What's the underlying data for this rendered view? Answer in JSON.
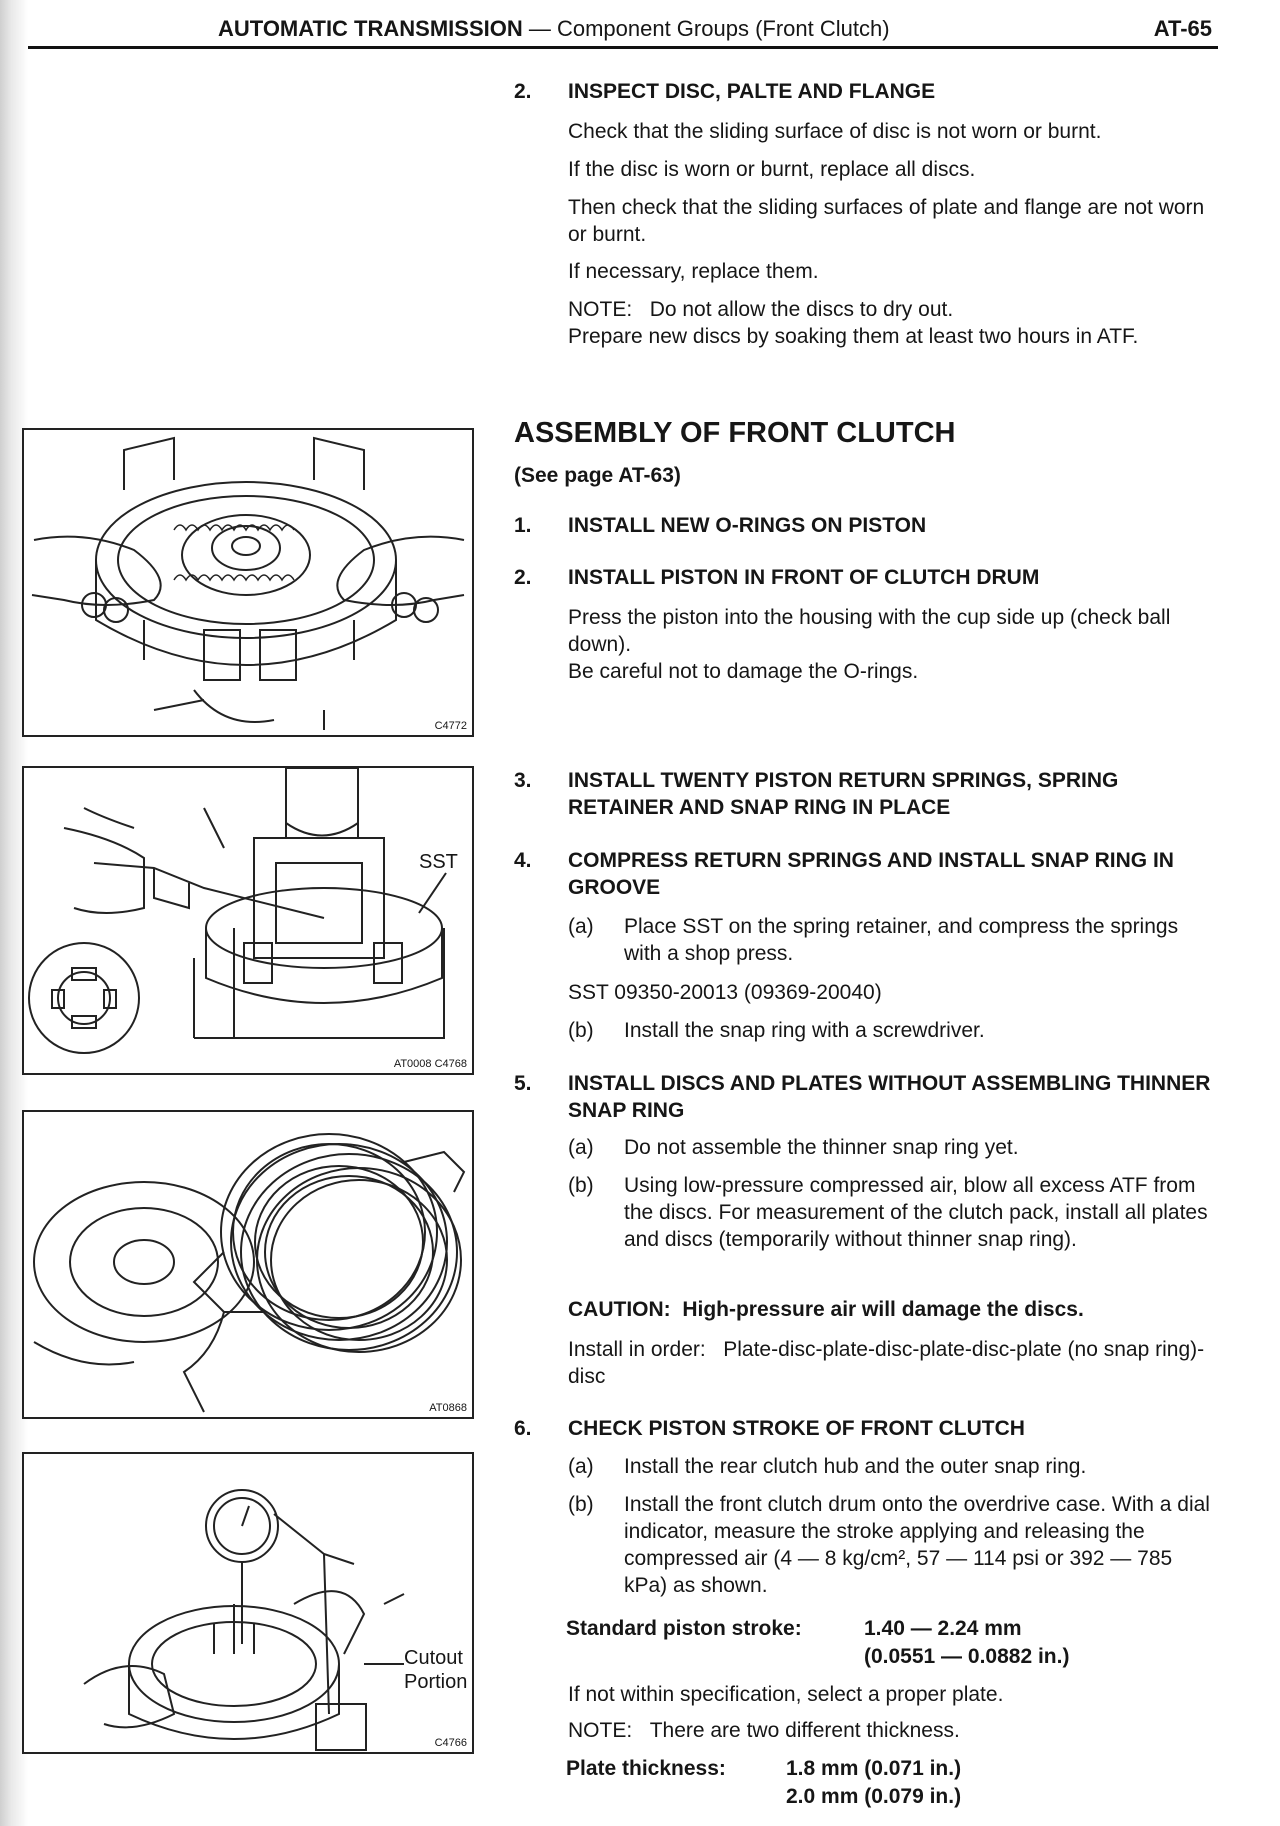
{
  "header": {
    "title_bold": "AUTOMATIC TRANSMISSION",
    "title_rest": " — Component Groups (Front Clutch)",
    "page": "AT-65"
  },
  "figures": {
    "fig1_code": "C4772",
    "fig2_code": "AT0008 C4768",
    "fig2_label": "SST",
    "fig3_code": "AT0868",
    "fig4_code": "C4766",
    "fig4_label_1": "Cutout",
    "fig4_label_2": "Portion"
  },
  "inspect": {
    "num": "2.",
    "heading": "INSPECT DISC, PALTE AND FLANGE",
    "p1": "Check that the sliding surface of disc is not worn or burnt.",
    "p2": "If the disc is worn or burnt, replace all discs.",
    "p3": "Then check that the sliding surfaces of plate and flange are not worn or burnt.",
    "p4": "If necessary, replace them.",
    "note_label": "NOTE:",
    "note_text": "Do not allow the discs to dry out.",
    "note_text2": "Prepare new discs by soaking them at least two hours in ATF."
  },
  "assembly": {
    "title": "ASSEMBLY OF FRONT CLUTCH",
    "see": "(See page AT-63)",
    "step1_num": "1.",
    "step1": "INSTALL NEW O-RINGS ON PISTON",
    "step2_num": "2.",
    "step2": "INSTALL PISTON IN FRONT OF CLUTCH DRUM",
    "step2_p1": "Press the piston into the housing with the cup side up (check ball down).",
    "step2_p2": "Be careful not to damage the O-rings.",
    "step3_num": "3.",
    "step3": "INSTALL TWENTY PISTON RETURN SPRINGS, SPRING RETAINER AND SNAP RING IN PLACE",
    "step4_num": "4.",
    "step4": "COMPRESS RETURN SPRINGS AND INSTALL SNAP RING IN GROOVE",
    "step4_a_label": "(a)",
    "step4_a": "Place SST on the spring retainer, and compress the springs with a shop press.",
    "step4_sst": "SST 09350-20013 (09369-20040)",
    "step4_b_label": "(b)",
    "step4_b": "Install the snap ring with a screwdriver.",
    "step5_num": "5.",
    "step5": "INSTALL DISCS AND PLATES WITHOUT ASSEMBLING THINNER SNAP RING",
    "step5_a_label": "(a)",
    "step5_a": "Do not assemble the thinner snap ring yet.",
    "step5_b_label": "(b)",
    "step5_b": "Using low-pressure compressed air, blow all excess ATF from the discs. For measurement of the clutch pack, install all plates and discs (temporarily without thinner snap ring).",
    "caution_label": "CAUTION:",
    "caution": "High-pressure air will damage the discs.",
    "order_label": "Install in order:",
    "order": "Plate-disc-plate-disc-plate-disc-plate (no snap ring)-disc",
    "step6_num": "6.",
    "step6": "CHECK PISTON STROKE OF FRONT CLUTCH",
    "step6_a_label": "(a)",
    "step6_a": "Install the rear clutch hub and the outer snap ring.",
    "step6_b_label": "(b)",
    "step6_b": "Install the front clutch drum onto the overdrive case. With a dial indicator, measure the stroke applying and releasing the compressed air (4 — 8 kg/cm², 57 — 114 psi or 392 — 785 kPa) as shown.",
    "stroke_label": "Standard piston stroke:",
    "stroke_val1": "1.40 — 2.24 mm",
    "stroke_val2": "(0.0551 — 0.0882 in.)",
    "spec_text": "If not within specification, select a proper plate.",
    "note_label": "NOTE:",
    "note": "There are two different thickness.",
    "plate_label": "Plate thickness:",
    "plate_val1": "1.8 mm (0.071 in.)",
    "plate_val2": "2.0 mm (0.079 in.)"
  }
}
